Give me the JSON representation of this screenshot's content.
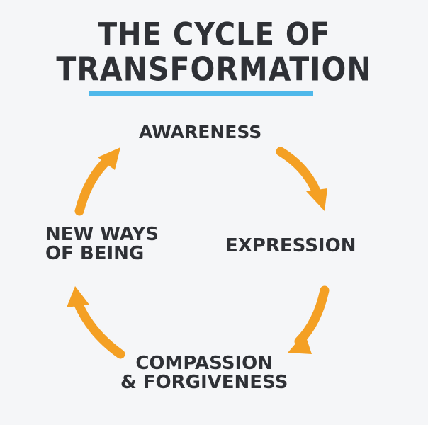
{
  "title": {
    "line1": "THE CYCLE OF",
    "line2": "TRANSFORMATION"
  },
  "colors": {
    "accent_line": "#4fb8ea",
    "arrow": "#f4a024",
    "text": "#2f3136"
  },
  "stages": {
    "top": "AWARENESS",
    "right": "EXPRESSION",
    "bottom_line1": "COMPASSION",
    "bottom_line2": "& FORGIVENESS",
    "left_line1": "NEW WAYS",
    "left_line2": "OF BEING"
  }
}
